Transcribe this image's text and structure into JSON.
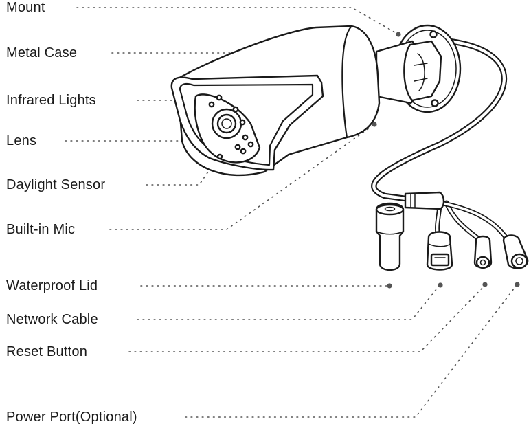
{
  "labels": {
    "mount": "Mount",
    "metal_case": "Metal Case",
    "infrared_lights": "Infrared Lights",
    "lens": "Lens",
    "daylight_sensor": "Daylight Sensor",
    "built_in_mic": "Built-in Mic",
    "waterproof_lid": "Waterproof Lid",
    "network_cable": "Network Cable",
    "reset_button": "Reset Button",
    "power_port": "Power Port(Optional)"
  }
}
